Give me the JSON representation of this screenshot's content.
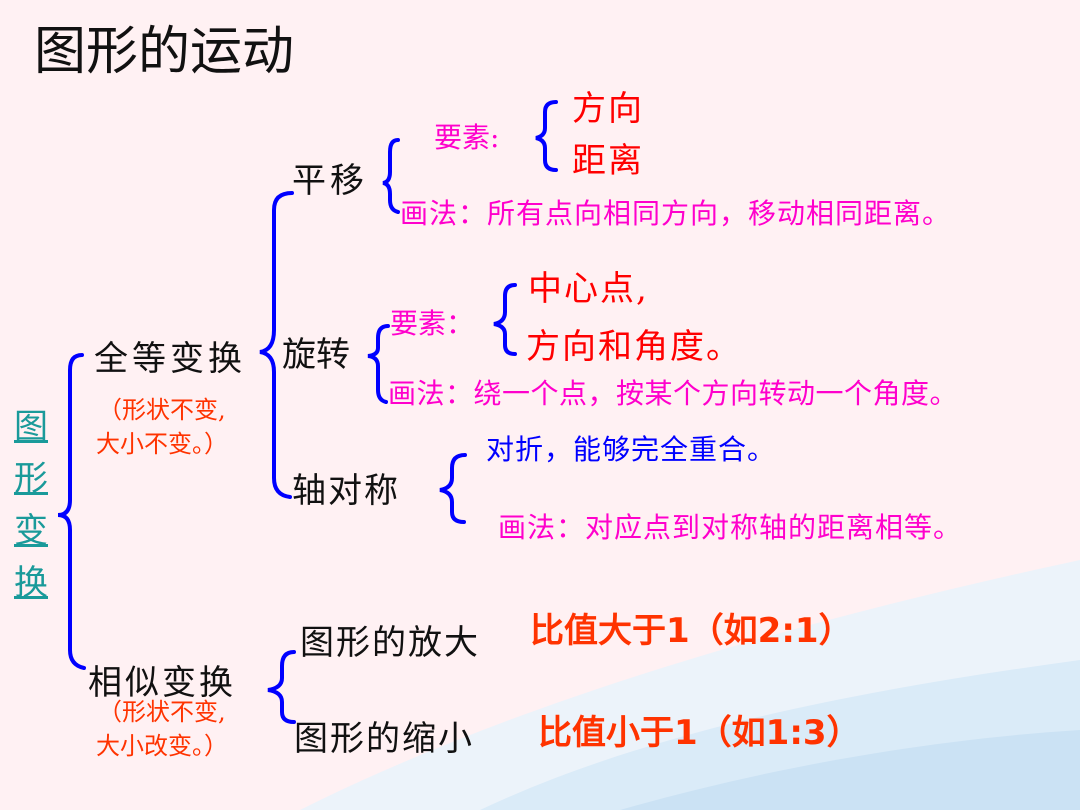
{
  "title": "图形的运动",
  "root": [
    "图",
    "形",
    "变",
    "换"
  ],
  "congruent": {
    "label": "全等变换",
    "note1": "（形状不变,",
    "note2": "大小不变。）"
  },
  "translation": {
    "label": "平移",
    "elements_label": "要素:",
    "elements": [
      "方向",
      "距离"
    ],
    "method": "画法：所有点向相同方向，移动相同距离。"
  },
  "rotation": {
    "label": "旋转",
    "elements_label": "要素：",
    "elements": [
      "中心点,",
      "方向和角度。"
    ],
    "method": "画法：绕一个点，按某个方向转动一个角度。"
  },
  "reflection": {
    "label": "轴对称",
    "line1": "对折，能够完全重合。",
    "method": "画法：对应点到对称轴的距离相等。"
  },
  "similar": {
    "label": "相似变换",
    "note1": "（形状不变,",
    "note2": "大小改变。）",
    "enlarge": {
      "label": "图形的放大",
      "rule": "比值大于1（如2:1）"
    },
    "shrink": {
      "label": "图形的缩小",
      "rule": "比值小于1（如1:3）"
    }
  },
  "colors": {
    "bracket": "#0000ff",
    "element": "#ff0000",
    "method": "#ff00cc",
    "note": "#ff3300",
    "root": "#1a9a9a"
  }
}
